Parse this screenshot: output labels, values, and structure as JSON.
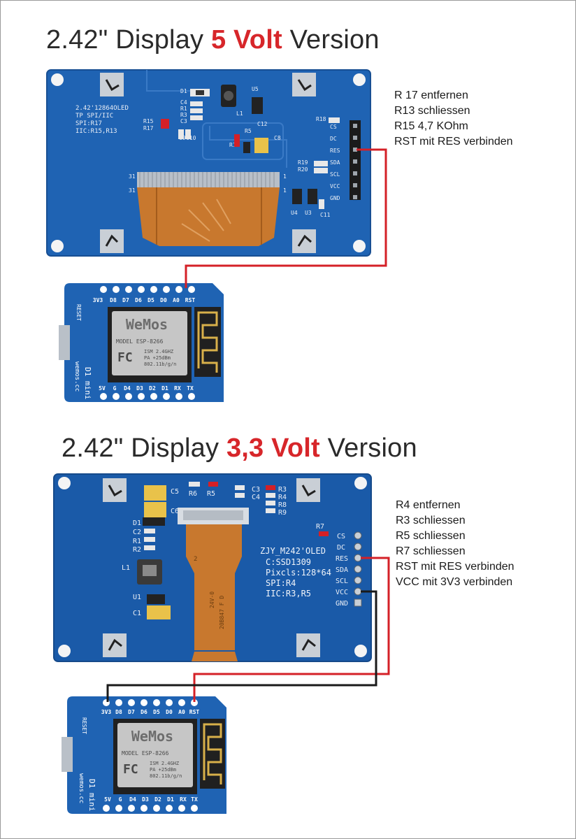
{
  "section1": {
    "title_prefix": "2.42\" Display ",
    "title_highlight": "5 Volt",
    "title_suffix": " Version",
    "notes": [
      "R 17 entfernen",
      "R13 schliessen",
      "R15 4,7 KOhm",
      "RST mit RES verbinden"
    ],
    "board_silk": [
      "2.42'12864OLED",
      "TP SPI/IIC",
      "SPI:R17",
      "IIC:R15,R13"
    ],
    "pins": [
      "CS",
      "DC",
      "RES",
      "SDA",
      "SCL",
      "VCC",
      "GND"
    ],
    "components": [
      "D1",
      "C4",
      "R1",
      "R3",
      "C3",
      "R15",
      "R17",
      "U5",
      "L1",
      "R5",
      "C12",
      "C8",
      "R13",
      "R19",
      "R20",
      "R18",
      "U4",
      "U3",
      "C11",
      "C9",
      "C10"
    ],
    "ribbon_numbers": [
      "31",
      "31",
      "1",
      "1"
    ]
  },
  "section2": {
    "title_prefix": "2.42\" Display ",
    "title_highlight": "3,3 Volt",
    "title_suffix": " Version",
    "notes": [
      "R4 entfernen",
      "R3 schliessen",
      "R5 schliessen",
      "R7 schliessen",
      "RST mit RES verbinden",
      "VCC mit 3V3 verbinden"
    ],
    "board_silk": [
      "ZJY_M242'OLED",
      "C:SSD1309",
      "Pixcls:128*64",
      "SPI:R4",
      "IIC:R3,R5"
    ],
    "pins": [
      "CS",
      "DC",
      "RES",
      "SDA",
      "SCL",
      "VCC",
      "GND"
    ],
    "components": [
      "C5",
      "C6",
      "D1",
      "C2",
      "R1",
      "R2",
      "L1",
      "U1",
      "C1",
      "R6",
      "R5",
      "C3",
      "C4",
      "R3",
      "R4",
      "R8",
      "R9",
      "R7"
    ],
    "ribbon_text": [
      "2",
      "24V-0",
      "20B847 F D"
    ]
  },
  "wemos": {
    "top_pins": [
      "3V3",
      "D8",
      "D7",
      "D6",
      "D5",
      "D0",
      "A0",
      "RST"
    ],
    "bottom_pins": [
      "5V",
      "G",
      "D4",
      "D3",
      "D2",
      "D1",
      "RX",
      "TX"
    ],
    "brand": "WeMos",
    "model_line": "MODEL  ESP-8266",
    "fc": "FC",
    "spec": [
      "ISM 2.4GHZ",
      "PA +25dBm",
      "802.11b/g/n"
    ],
    "reset": "RESET",
    "side_text": "D1 mini",
    "site": "wemos.cc"
  },
  "colors": {
    "pcb": "#1f63b3",
    "pcb_dark": "#184f93",
    "wire_red": "#d42027",
    "wire_black": "#1a1a1a",
    "highlight": "#d7262a",
    "ribbon": "#c8782e"
  }
}
